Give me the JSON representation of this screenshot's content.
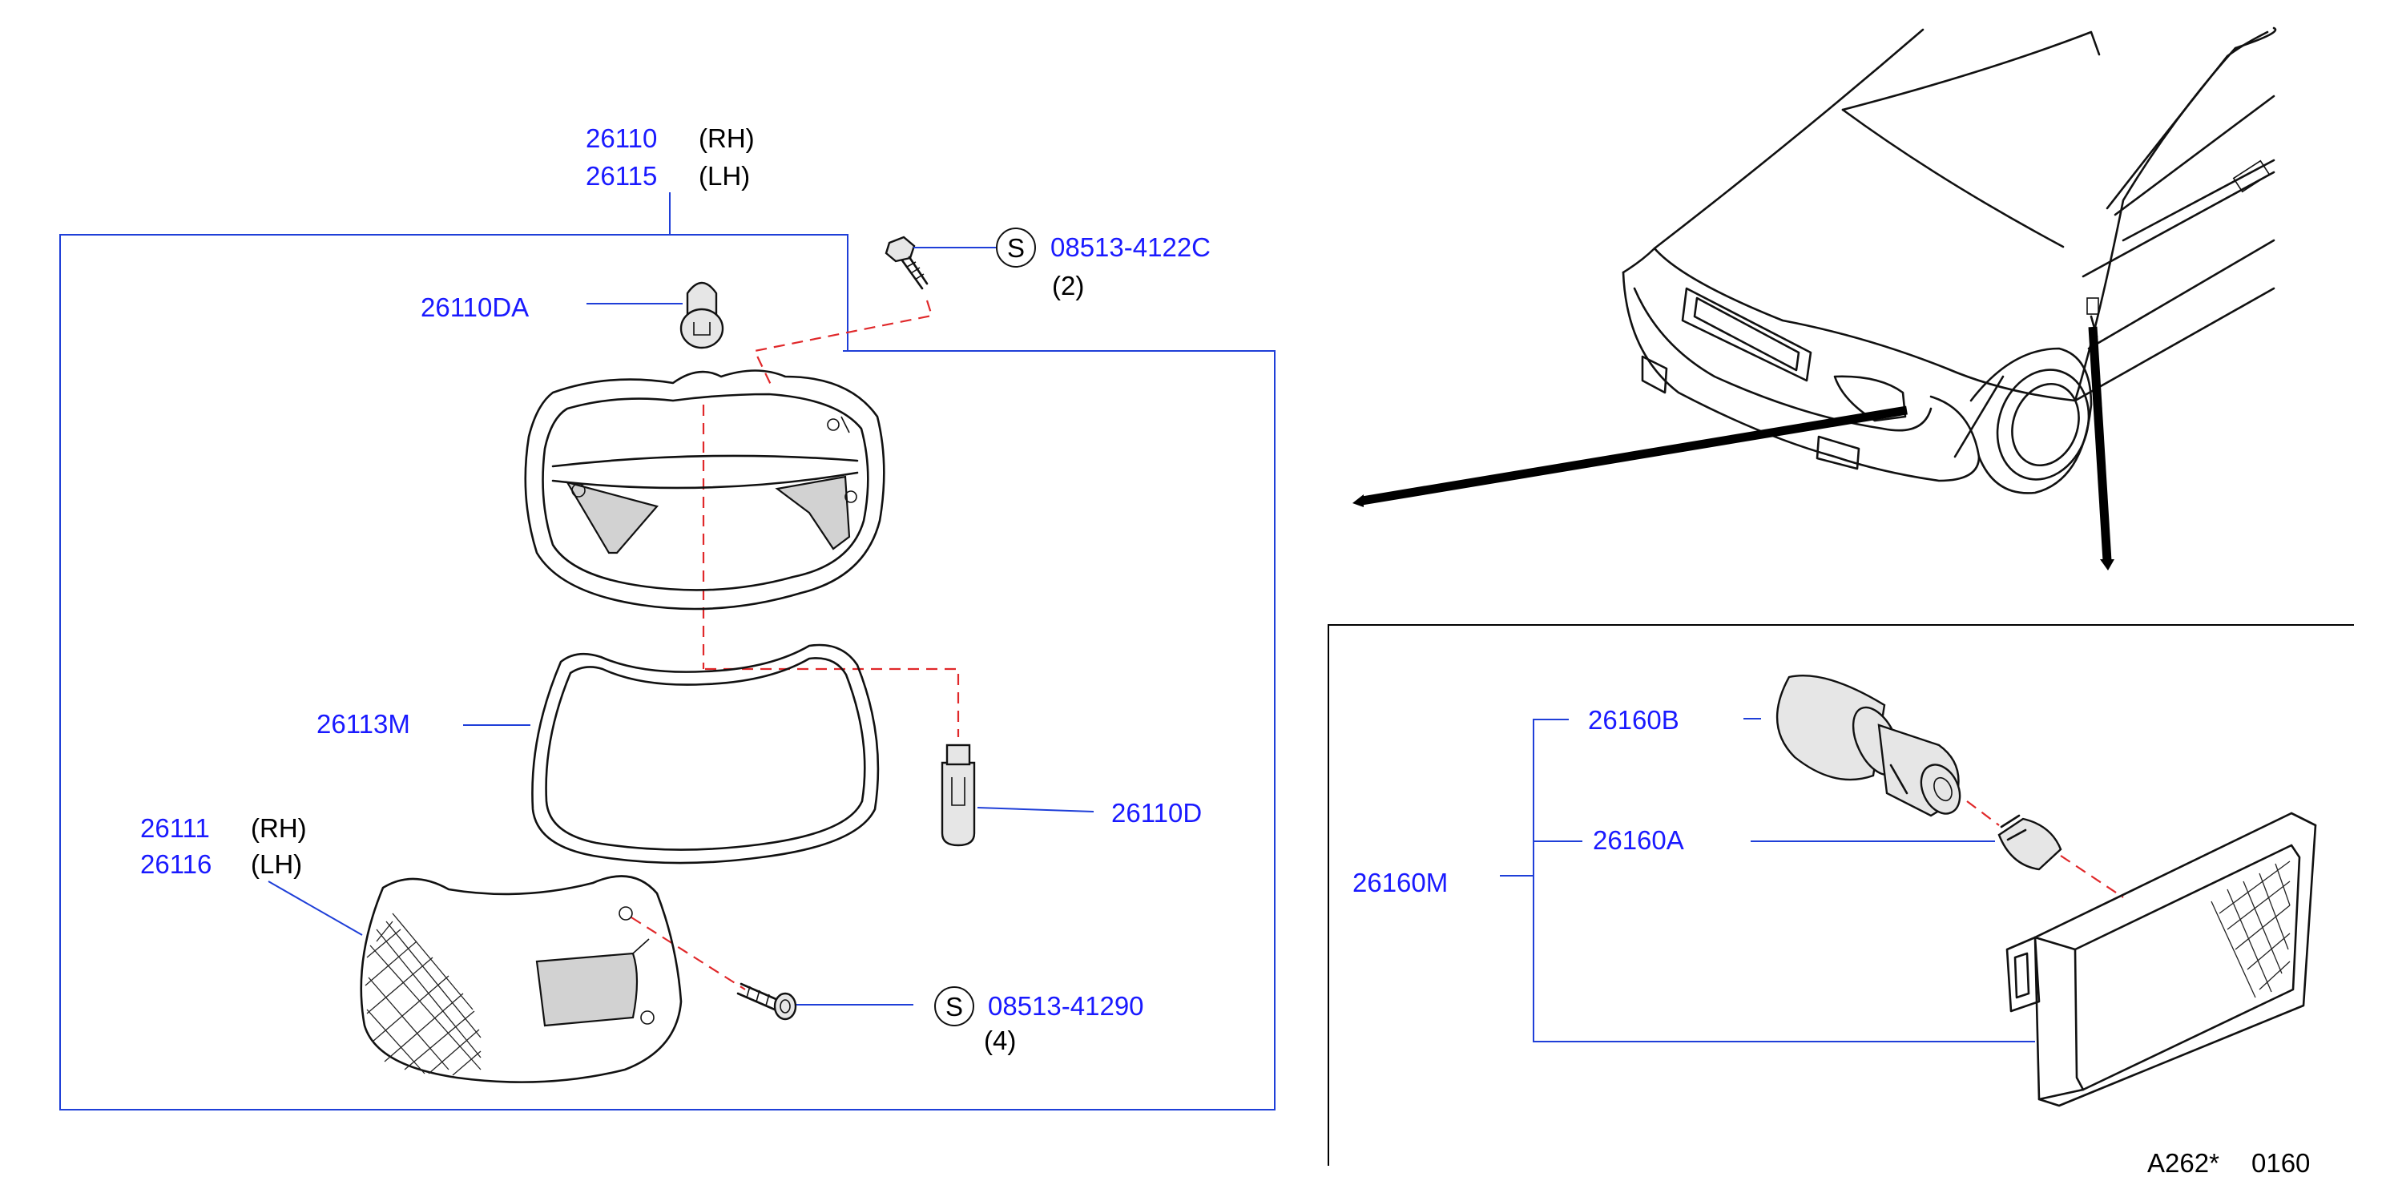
{
  "colors": {
    "part_number": "#1a1aff",
    "leader_line": "#1f3fd8",
    "dashed_guide": "#e0282a",
    "ink": "#111111"
  },
  "parts": {
    "p26110": "26110",
    "p26115": "26115",
    "rh": "(RH)",
    "lh": "(LH)",
    "p26110DA": "26110DA",
    "screw_top": "08513-4122C",
    "screw_top_qty": "(2)",
    "s_mark": "S",
    "p26113M": "26113M",
    "p26110D": "26110D",
    "p26111": "26111",
    "p26116": "26116",
    "screw_bottom": "08513-41290",
    "screw_bottom_qty": "(4)",
    "p26160B": "26160B",
    "p26160A": "26160A",
    "p26160M": "26160M"
  },
  "footer": {
    "code": "A262*",
    "page": "0160"
  }
}
